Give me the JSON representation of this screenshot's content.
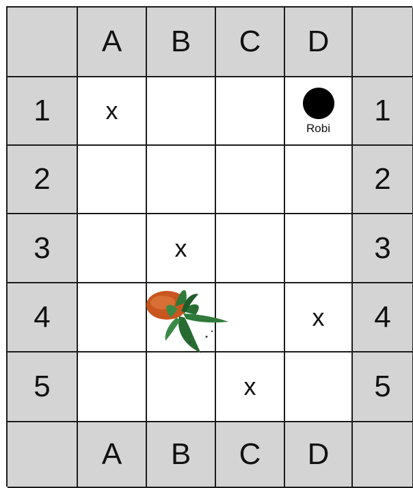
{
  "columns": [
    "A",
    "B",
    "C",
    "D"
  ],
  "rows": [
    "1",
    "2",
    "3",
    "4",
    "5"
  ],
  "marks": [
    {
      "col": "A",
      "row": "1",
      "text": "x"
    },
    {
      "col": "B",
      "row": "3",
      "text": "x"
    },
    {
      "col": "D",
      "row": "4",
      "text": "x"
    },
    {
      "col": "C",
      "row": "5",
      "text": "x"
    }
  ],
  "robot": {
    "col": "D",
    "row": "1",
    "label": "Robi"
  },
  "plant": {
    "col": "B",
    "row": "4",
    "icon": "potted-plant-icon"
  },
  "colors": {
    "header_bg": "#d4d4d4",
    "cell_bg": "#ffffff",
    "grid_line": "#1a1a1a",
    "pot": "#c9561e",
    "leaf": "#2f7a3a"
  }
}
